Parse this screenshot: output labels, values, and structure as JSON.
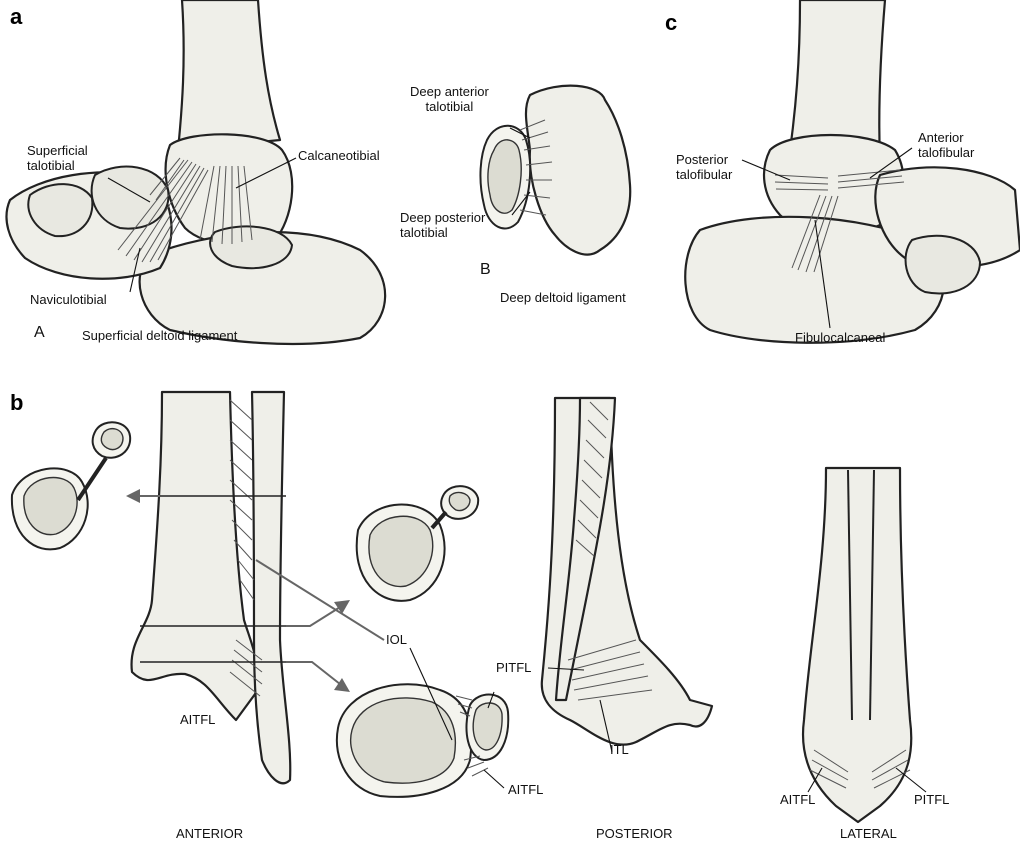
{
  "panels": {
    "a": {
      "letter": "a",
      "sub_letter": "A",
      "caption": "Superficial deltoid ligament",
      "labels": {
        "superficial_talotibial": "Superficial\ntalotibial",
        "calcaneotibial": "Calcaneotibial",
        "naviculotibial": "Naviculotibial"
      }
    },
    "a_deep": {
      "sub_letter": "B",
      "caption": "Deep deltoid ligament",
      "labels": {
        "deep_anterior_talotibial": "Deep anterior\ntalotibial",
        "deep_posterior_talotibial": "Deep posterior\ntalotibial"
      }
    },
    "c": {
      "letter": "c",
      "labels": {
        "posterior_talofibular": "Posterior\ntalofibular",
        "anterior_talofibular": "Anterior\ntalofibular",
        "fibulocalcaneal": "Fibulocalcaneal"
      }
    },
    "b": {
      "letter": "b",
      "labels": {
        "iol": "IOL",
        "pitfl_center": "PITFL",
        "aitfl_anterior": "AITFL",
        "aitfl_cross_section": "AITFL",
        "itl": "ITL",
        "aitfl_lateral": "AITFL",
        "pitfl_lateral": "PITFL"
      },
      "view_captions": {
        "anterior": "ANTERIOR",
        "posterior": "POSTERIOR",
        "lateral": "LATERAL"
      }
    }
  }
}
